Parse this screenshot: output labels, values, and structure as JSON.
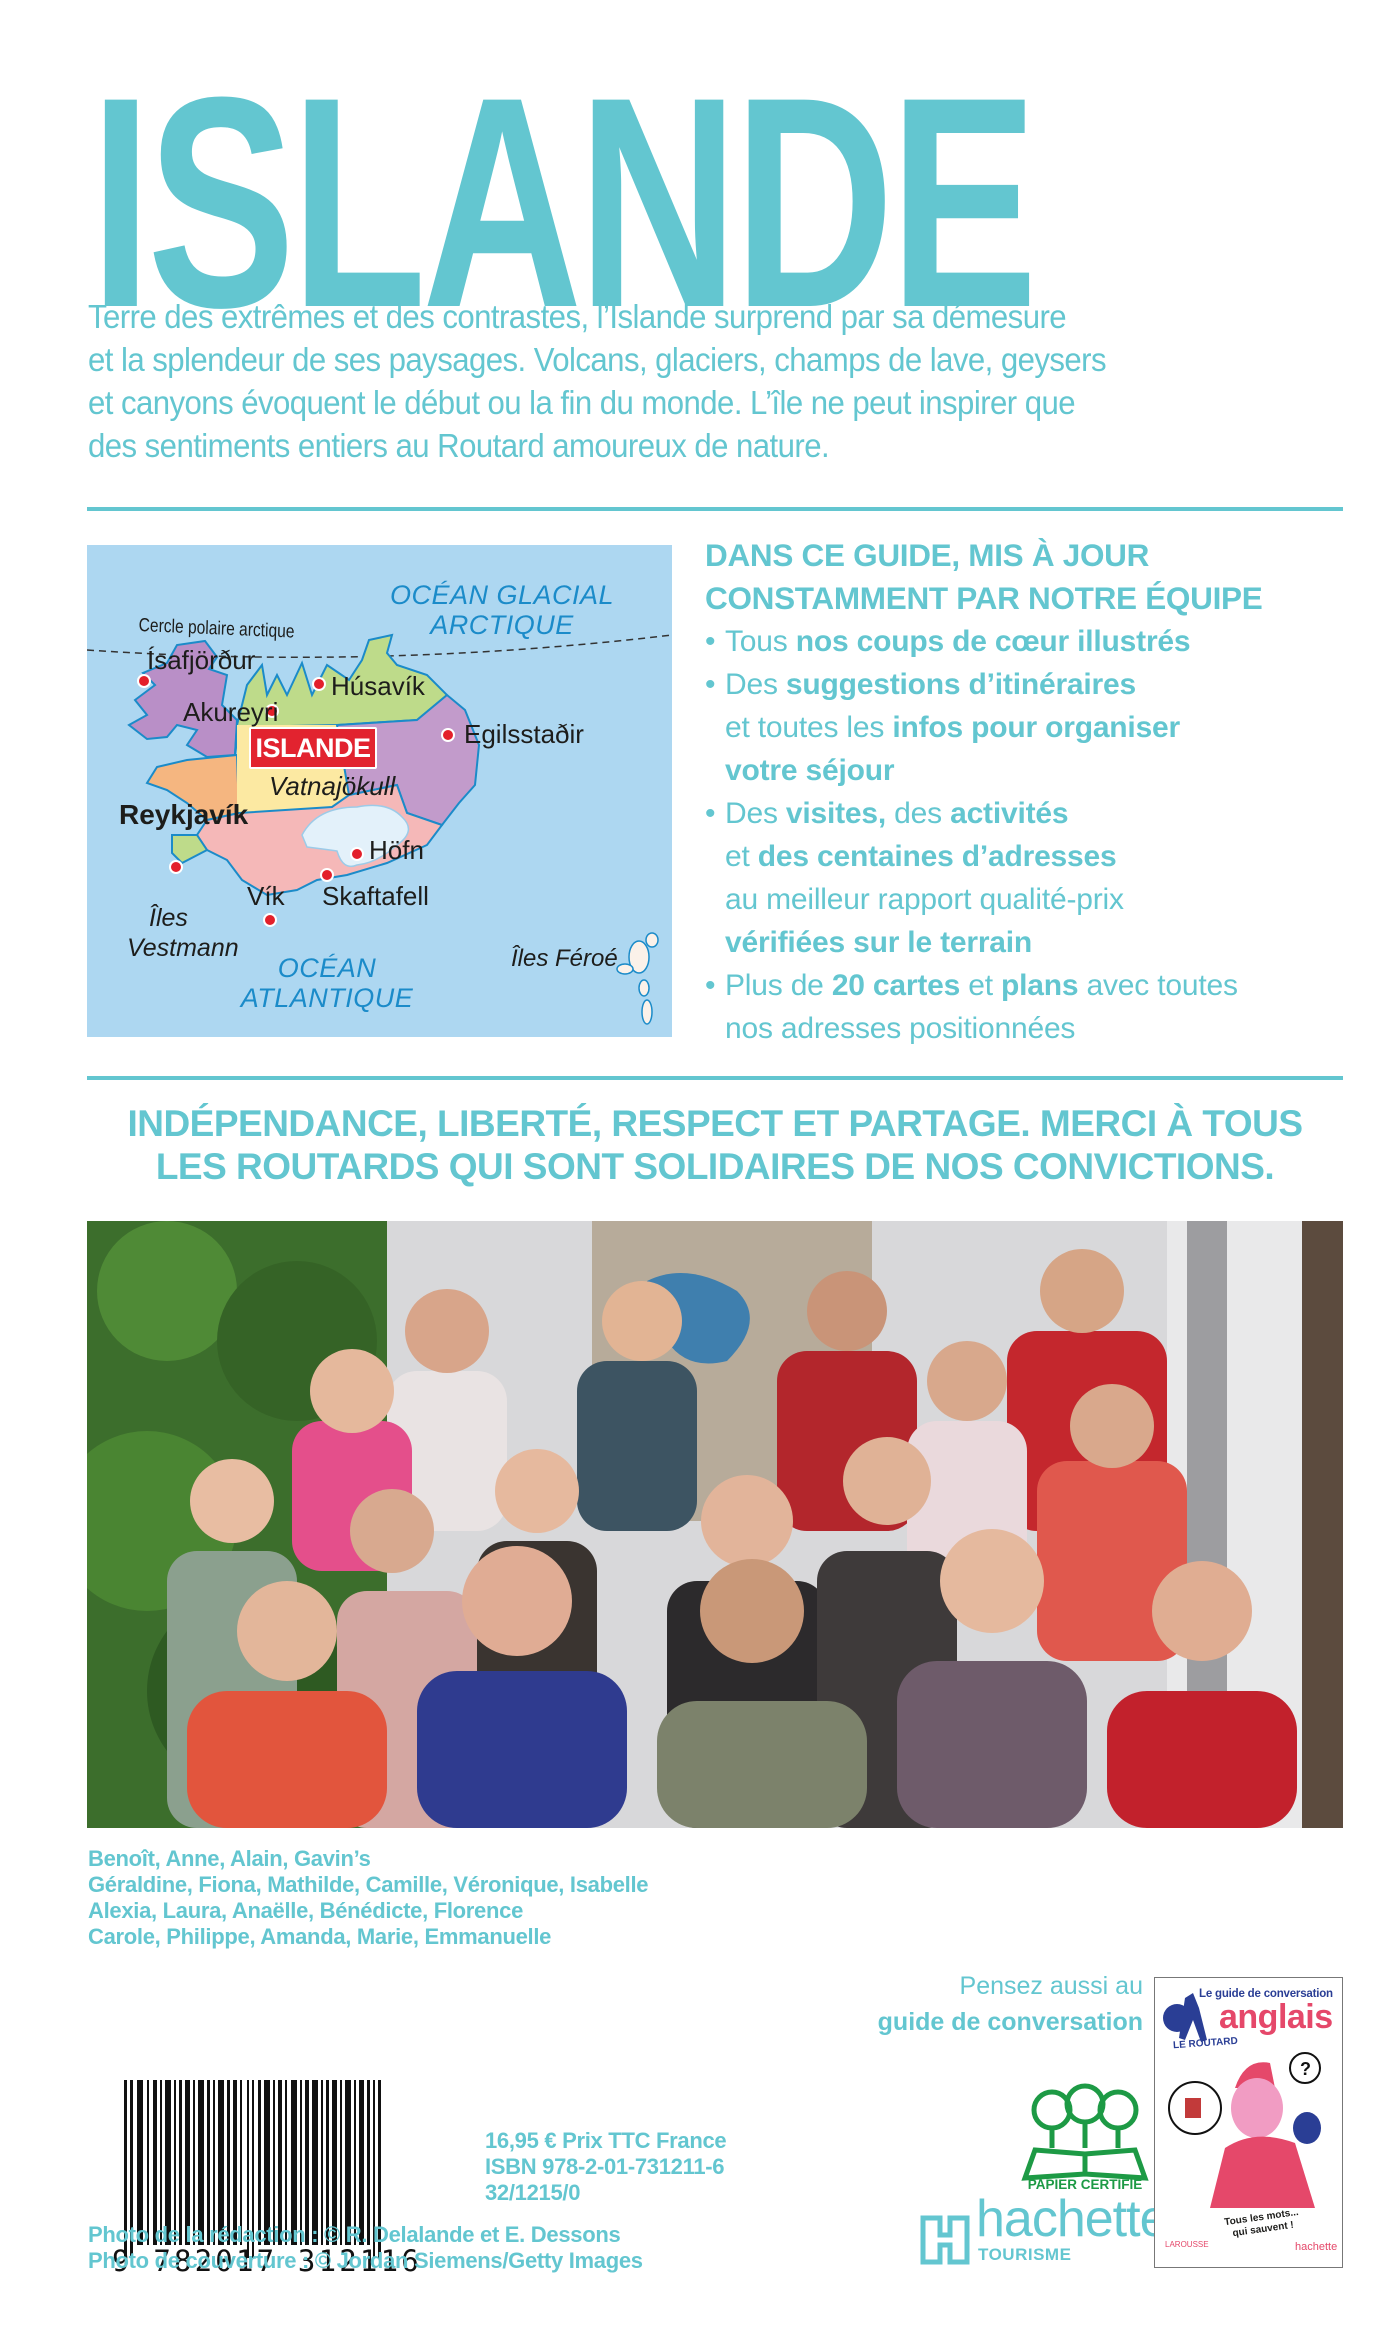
{
  "title": "ISLANDE",
  "intro": {
    "lines": [
      "Terre des extrêmes et des contrastes, l’Islande surprend par sa démesure",
      "et la splendeur de ses paysages. Volcans, glaciers, champs de lave, geysers",
      "et canyons évoquent le début ou la fin du monde. L’île ne peut inspirer que",
      "des sentiments entiers au Routard amoureux de nature."
    ]
  },
  "map": {
    "ocean_north": [
      "OCÉAN GLACIAL",
      "ARCTIQUE"
    ],
    "ocean_south": [
      "OCÉAN",
      "ATLANTIQUE"
    ],
    "arctic_circle": "Cercle polaire arctique",
    "country_label": "ISLANDE",
    "glacier": "Vatnajökull",
    "islands_vestmann": [
      "Îles",
      "Vestmann"
    ],
    "islands_faroe": "Îles Féroé",
    "cities": {
      "isafjordur": "Ísafjörður",
      "akureyri": "Akureyri",
      "husavik": "Húsavík",
      "egilsstadir": "Egilsstaðir",
      "reykjavik": "Reykjavík",
      "hofn": "Höfn",
      "vik": "Vík",
      "skaftafell": "Skaftafell"
    },
    "colors": {
      "ocean": "#ADD7F1",
      "west_fjords": "#B98FC7",
      "north": "#BEDB8A",
      "west": "#F5B680",
      "center": "#FCE9A2",
      "south": "#F5B8B8",
      "east": "#C29BCB",
      "glacier": "#E3F1FA",
      "city_dot": "#E3202B"
    }
  },
  "guide": {
    "heading": [
      "DANS CE GUIDE, MIS À JOUR",
      "CONSTAMMENT PAR NOTRE ÉQUIPE"
    ],
    "bullet": "•",
    "items": [
      {
        "pre": "Tous ",
        "bold": "nos coups de cœur illustrés"
      },
      {
        "pre": "Des ",
        "bold": "suggestions d’itinéraires"
      },
      {
        "pre": "et toutes les ",
        "bold": "infos pour organiser"
      },
      {
        "bold": "votre séjour"
      },
      {
        "pre": "Des ",
        "bold": "visites,",
        "mid": " des ",
        "bold2": "activités"
      },
      {
        "pre": "et ",
        "bold": "des centaines d’adresses"
      },
      {
        "pre": "au meilleur rapport qualité-prix"
      },
      {
        "bold": "vérifiées sur le terrain"
      },
      {
        "pre": "Plus de ",
        "bold": "20 cartes",
        "mid": " et ",
        "bold2": "plans",
        "post": " avec toutes"
      },
      {
        "pre": "nos adresses positionnées"
      }
    ]
  },
  "slogan": {
    "lines": [
      "INDÉPENDANCE, LIBERTÉ, RESPECT ET PARTAGE. MERCI À TOUS",
      "LES ROUTARDS QUI SONT SOLIDAIRES DE NOS CONVICTIONS."
    ]
  },
  "photo": {
    "alt": "Team photo of the Routard editorial staff"
  },
  "names": {
    "lines": [
      "Benoît, Anne, Alain, Gavin’s",
      "Géraldine, Fiona, Mathilde, Camille, Véronique, Isabelle",
      "Alexia, Laura, Anaëlle, Bénédicte, Florence",
      "Carole, Philippe, Amanda, Marie, Emmanuelle"
    ]
  },
  "promo": {
    "line1": "Pensez aussi au",
    "line2": "guide de conversation"
  },
  "barcode": {
    "digits": "9 782017 312116"
  },
  "price": {
    "lines": [
      "16,95 € Prix TTC France",
      "ISBN 978-2-01-731211-6",
      "32/1215/0"
    ]
  },
  "credits": {
    "lines": [
      "Photo de la rédaction : © R. Delalande et E. Dessons",
      "Photo de couverture : © Jordan Siemens/Getty Images"
    ]
  },
  "eco_label": "PAPIER CERTIFIÉ",
  "publisher": {
    "name": "hachette",
    "sub": "TOURISME"
  },
  "book_cover": {
    "subtitle": "Le guide de conversation",
    "title": "anglais",
    "brand": "LE ROUTARD",
    "tagline": [
      "Tous les mots...",
      "qui sauvent !"
    ],
    "publisher": "hachette",
    "partner": "LAROUSSE"
  },
  "colors": {
    "accent": "#63C6D0",
    "map_red": "#E2232F",
    "eco_green": "#1D9A45",
    "book_pink": "#E5486A",
    "book_blue": "#2A3E95"
  }
}
